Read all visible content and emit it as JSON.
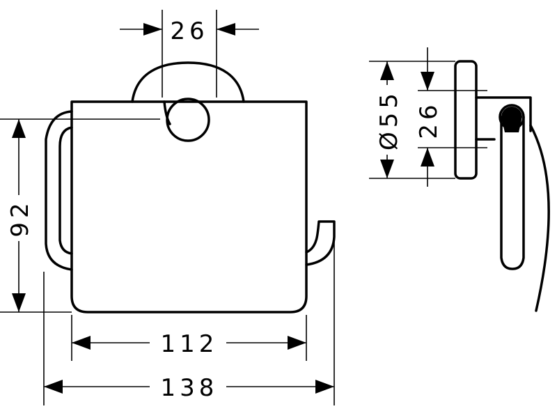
{
  "dimensions": {
    "top_width": "26",
    "height_left": "92",
    "inner_width": "112",
    "outer_width": "138",
    "side_diameter": "Ø55",
    "side_inner": "26"
  }
}
